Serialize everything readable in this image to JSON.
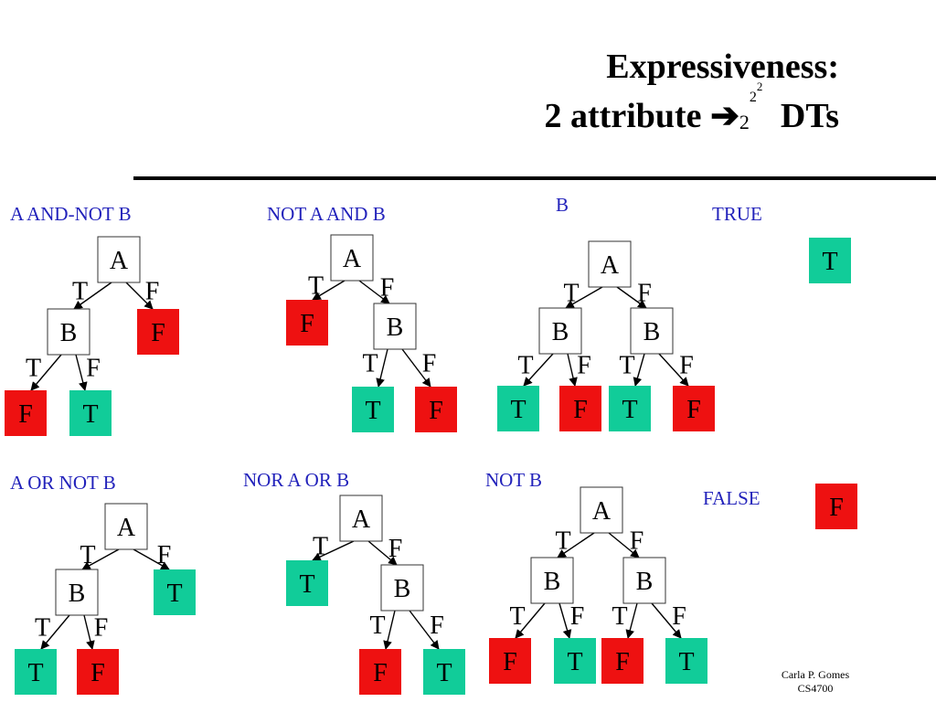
{
  "title": {
    "line1": "Expressiveness:",
    "line2_text": "2 attribute",
    "line2_arrow": "➔",
    "line2_base": "2",
    "line2_exp1": "2",
    "line2_exp2": "2",
    "line2_suffix": "DTs"
  },
  "colors": {
    "true_leaf": "#11cc99",
    "false_leaf": "#ee1111",
    "node": "#ffffff",
    "label": "#2222bb"
  },
  "trees": [
    {
      "id": "a-and-not-b",
      "label": "A AND-NOT B",
      "root": "A",
      "left": {
        "edge": "T",
        "node": "B",
        "left": {
          "edge": "T",
          "leaf": "F"
        },
        "right": {
          "edge": "F",
          "leaf": "T"
        }
      },
      "right": {
        "edge": "F",
        "leaf": "F"
      }
    },
    {
      "id": "not-a-and-b",
      "label": "NOT A AND B",
      "root": "A",
      "left": {
        "edge": "T",
        "leaf": "F"
      },
      "right": {
        "edge": "F",
        "node": "B",
        "left": {
          "edge": "T",
          "leaf": "T"
        },
        "right": {
          "edge": "F",
          "leaf": "F"
        }
      }
    },
    {
      "id": "b",
      "label": "B",
      "root": "A",
      "left": {
        "edge": "T",
        "node": "B",
        "left": {
          "edge": "T",
          "leaf": "T"
        },
        "right": {
          "edge": "F",
          "leaf": "F"
        }
      },
      "right": {
        "edge": "F",
        "node": "B",
        "left": {
          "edge": "T",
          "leaf": "T"
        },
        "right": {
          "edge": "F",
          "leaf": "F"
        }
      }
    },
    {
      "id": "true",
      "label": "TRUE",
      "leaf": "T"
    },
    {
      "id": "a-or-not-b",
      "label": "A OR NOT B",
      "root": "A",
      "left": {
        "edge": "T",
        "node": "B",
        "left": {
          "edge": "T",
          "leaf": "T"
        },
        "right": {
          "edge": "F",
          "leaf": "F"
        }
      },
      "right": {
        "edge": "F",
        "leaf": "T"
      }
    },
    {
      "id": "nor-a-or-b",
      "label": "NOR A OR B",
      "root": "A",
      "left": {
        "edge": "T",
        "leaf": "T"
      },
      "right": {
        "edge": "F",
        "node": "B",
        "left": {
          "edge": "T",
          "leaf": "F"
        },
        "right": {
          "edge": "F",
          "leaf": "T"
        }
      }
    },
    {
      "id": "not-b",
      "label": "NOT B",
      "root": "A",
      "left": {
        "edge": "T",
        "node": "B",
        "left": {
          "edge": "T",
          "leaf": "F"
        },
        "right": {
          "edge": "F",
          "leaf": "T"
        }
      },
      "right": {
        "edge": "F",
        "node": "B",
        "left": {
          "edge": "T",
          "leaf": "F"
        },
        "right": {
          "edge": "F",
          "leaf": "T"
        }
      }
    },
    {
      "id": "false",
      "label": "FALSE",
      "leaf": "F"
    }
  ],
  "credit": {
    "author": "Carla P. Gomes",
    "course": "CS4700"
  }
}
